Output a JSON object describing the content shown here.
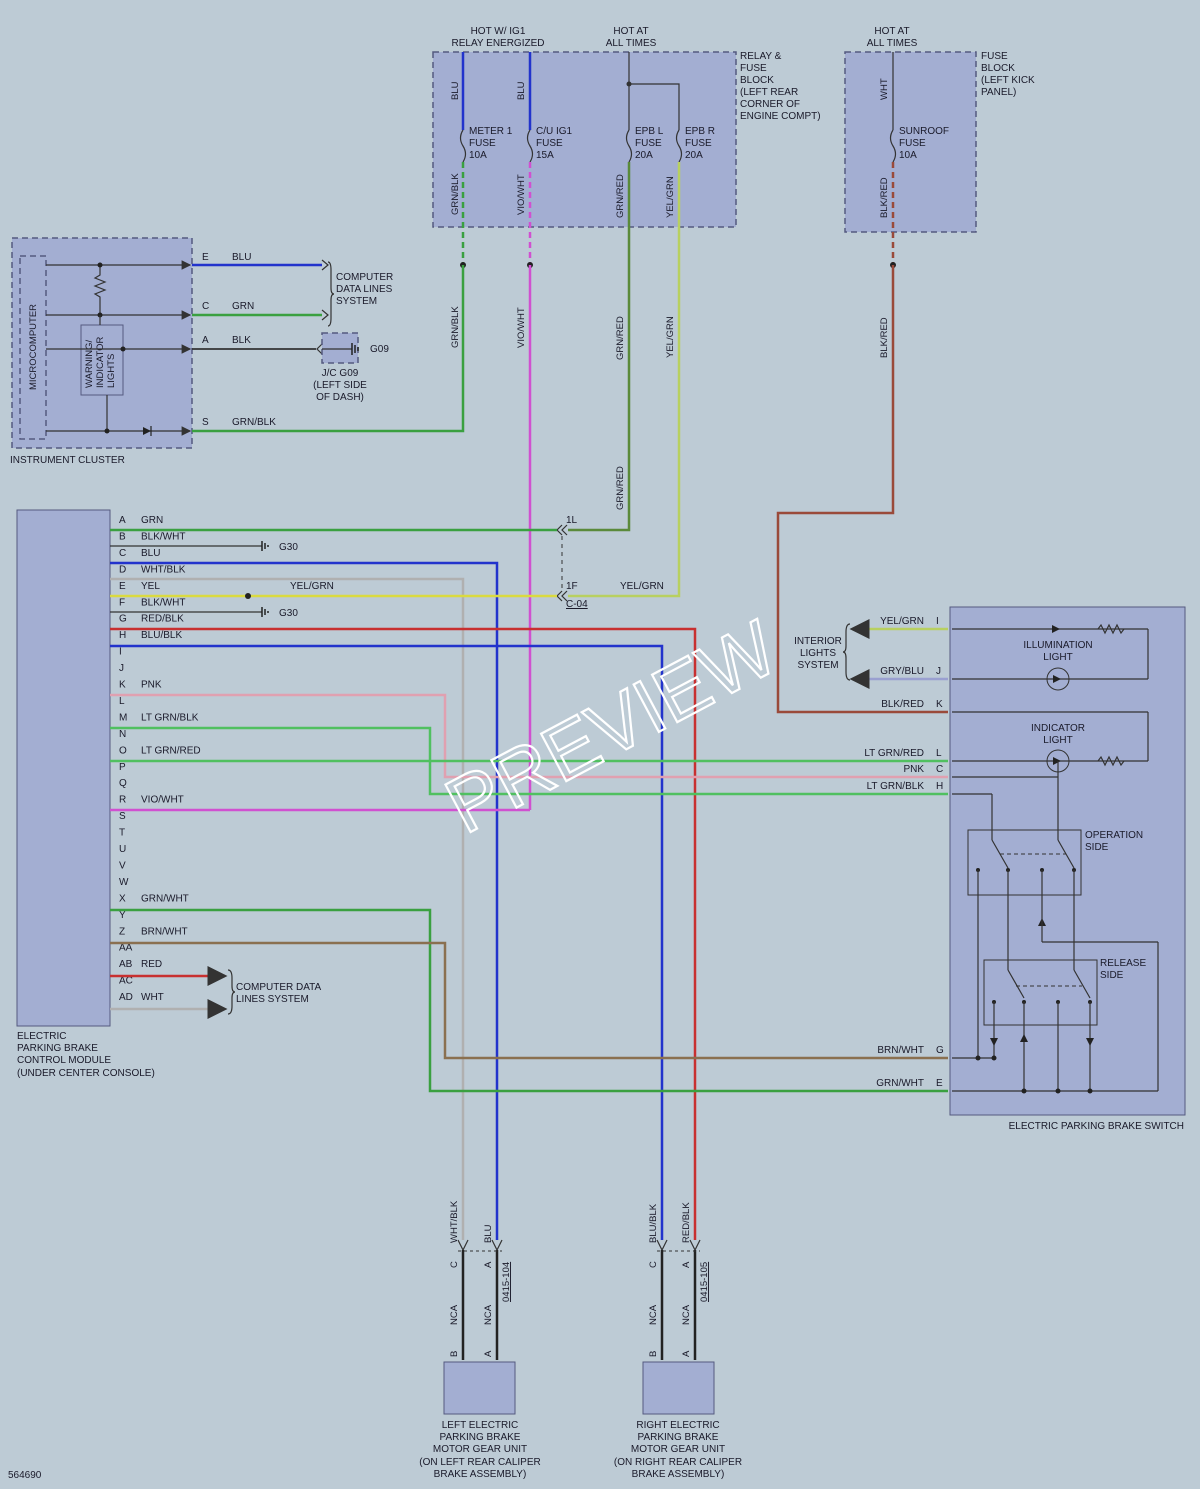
{
  "power": {
    "relay_energized": [
      "HOT W/ IG1",
      "RELAY ENERGIZED"
    ],
    "hot_at_all_times_1": [
      "HOT AT",
      "ALL TIMES"
    ],
    "hot_at_all_times_2": [
      "HOT AT",
      "ALL TIMES"
    ]
  },
  "relay_fuse_block": {
    "label": [
      "RELAY &",
      "FUSE",
      "BLOCK",
      "(LEFT REAR",
      "CORNER OF",
      "ENGINE COMPT)"
    ],
    "fuses": [
      {
        "name": "METER 1",
        "type": "FUSE",
        "rating": "10A",
        "wire_in": "BLU",
        "wire_out": "GRN/BLK"
      },
      {
        "name": "C/U IG1",
        "type": "FUSE",
        "rating": "15A",
        "wire_in": "BLU",
        "wire_out": "VIO/WHT"
      },
      {
        "name": "EPB L",
        "type": "FUSE",
        "rating": "20A",
        "wire_out": "GRN/RED"
      },
      {
        "name": "EPB R",
        "type": "FUSE",
        "rating": "20A",
        "wire_out": "YEL/GRN"
      }
    ]
  },
  "fuse_block": {
    "label": [
      "FUSE",
      "BLOCK",
      "(LEFT KICK",
      "PANEL)"
    ],
    "fuse": {
      "name": "SUNROOF",
      "type": "FUSE",
      "rating": "10A",
      "wire_in": "WHT",
      "wire_out": "BLK/RED"
    }
  },
  "instrument_cluster": {
    "label": "INSTRUMENT CLUSTER",
    "microcomputer": "MICROCOMPUTER",
    "warning_lights": [
      "WARNING/",
      "INDICATOR",
      "LIGHTS"
    ],
    "pins": [
      {
        "pin": "E",
        "wire": "BLU"
      },
      {
        "pin": "C",
        "wire": "GRN"
      },
      {
        "pin": "A",
        "wire": "BLK"
      },
      {
        "pin": "S",
        "wire": "GRN/BLK"
      }
    ],
    "data_lines": [
      "COMPUTER",
      "DATA LINES",
      "SYSTEM"
    ],
    "ground": "G09",
    "jc": [
      "J/C G09",
      "(LEFT SIDE",
      "OF DASH)"
    ]
  },
  "mid_wires": {
    "grn_blk": "GRN/BLK",
    "vio_wht": "VIO/WHT",
    "grn_red_1": "GRN/RED",
    "yel_grn": "YEL/GRN",
    "blk_red": "BLK/RED",
    "grn_red_2": "GRN/RED"
  },
  "epb_module": {
    "label": [
      "ELECTRIC",
      "PARKING BRAKE",
      "CONTROL MODULE",
      "(UNDER CENTER CONSOLE)"
    ],
    "pins": [
      {
        "pin": "A",
        "wire": "GRN"
      },
      {
        "pin": "B",
        "wire": "BLK/WHT"
      },
      {
        "pin": "C",
        "wire": "BLU"
      },
      {
        "pin": "D",
        "wire": "WHT/BLK"
      },
      {
        "pin": "E",
        "wire": "YEL"
      },
      {
        "pin": "F",
        "wire": "BLK/WHT"
      },
      {
        "pin": "G",
        "wire": "RED/BLK"
      },
      {
        "pin": "H",
        "wire": "BLU/BLK"
      },
      {
        "pin": "I",
        "wire": ""
      },
      {
        "pin": "J",
        "wire": ""
      },
      {
        "pin": "K",
        "wire": "PNK"
      },
      {
        "pin": "L",
        "wire": ""
      },
      {
        "pin": "M",
        "wire": "LT GRN/BLK"
      },
      {
        "pin": "N",
        "wire": ""
      },
      {
        "pin": "O",
        "wire": "LT GRN/RED"
      },
      {
        "pin": "P",
        "wire": ""
      },
      {
        "pin": "Q",
        "wire": ""
      },
      {
        "pin": "R",
        "wire": "VIO/WHT"
      },
      {
        "pin": "S",
        "wire": ""
      },
      {
        "pin": "T",
        "wire": ""
      },
      {
        "pin": "U",
        "wire": ""
      },
      {
        "pin": "V",
        "wire": ""
      },
      {
        "pin": "W",
        "wire": ""
      },
      {
        "pin": "X",
        "wire": "GRN/WHT"
      },
      {
        "pin": "Y",
        "wire": ""
      },
      {
        "pin": "Z",
        "wire": "BRN/WHT"
      },
      {
        "pin": "AA",
        "wire": ""
      },
      {
        "pin": "AB",
        "wire": "RED"
      },
      {
        "pin": "AC",
        "wire": ""
      },
      {
        "pin": "AD",
        "wire": "WHT"
      }
    ],
    "ground1": "G30",
    "ground2": "G30",
    "yel_grn_splice": "YEL/GRN",
    "data_lines": [
      "COMPUTER DATA",
      "LINES SYSTEM"
    ]
  },
  "connector_c04": {
    "pin_1l": "1L",
    "pin_1f": "1F",
    "name": "C-04",
    "wire_1f": "YEL/GRN"
  },
  "switch": {
    "label": "ELECTRIC PARKING BRAKE SWITCH",
    "interior_lights": [
      "INTERIOR",
      "LIGHTS",
      "SYSTEM"
    ],
    "illumination": [
      "ILLUMINATION",
      "LIGHT"
    ],
    "indicator": [
      "INDICATOR",
      "LIGHT"
    ],
    "operation": [
      "OPERATION",
      "SIDE"
    ],
    "release": [
      "RELEASE",
      "SIDE"
    ],
    "pins": [
      {
        "pin": "I",
        "wire": "YEL/GRN"
      },
      {
        "pin": "J",
        "wire": "GRY/BLU"
      },
      {
        "pin": "K",
        "wire": "BLK/RED"
      },
      {
        "pin": "L",
        "wire": "LT GRN/RED"
      },
      {
        "pin": "C",
        "wire": "PNK"
      },
      {
        "pin": "H",
        "wire": "LT GRN/BLK"
      },
      {
        "pin": "G",
        "wire": "BRN/WHT"
      },
      {
        "pin": "E",
        "wire": "GRN/WHT"
      }
    ]
  },
  "motors": {
    "left": {
      "label": [
        "LEFT ELECTRIC",
        "PARKING BRAKE",
        "MOTOR GEAR UNIT",
        "(ON LEFT REAR CALIPER",
        "BRAKE ASSEMBLY)"
      ],
      "wire_c": "WHT/BLK",
      "wire_a": "BLU",
      "conn": "0415-104",
      "pin_c": "C",
      "pin_a": "A",
      "pin_b": "B",
      "pin_a2": "A",
      "nca1": "NCA",
      "nca2": "NCA"
    },
    "right": {
      "label": [
        "RIGHT ELECTRIC",
        "PARKING BRAKE",
        "MOTOR GEAR UNIT",
        "(ON RIGHT REAR CALIPER",
        "BRAKE ASSEMBLY)"
      ],
      "wire_c": "BLU/BLK",
      "wire_a": "RED/BLK",
      "conn": "0415-105",
      "pin_c": "C",
      "pin_a": "A",
      "pin_b": "B",
      "pin_a2": "A",
      "nca1": "NCA",
      "nca2": "NCA"
    }
  },
  "figure_id": "564690",
  "watermark": "PREVIEW",
  "colors": {
    "background": "#bdcbd5",
    "component": "#a3aed2",
    "blu": "#2233cc",
    "grn": "#3aa040",
    "blk": "#333333",
    "vio": "#d050d0",
    "red": "#c83030",
    "yel": "#dada40",
    "yel_grn": "#b8d060",
    "grn_red": "#5a8a3a",
    "blk_red": "#9a4a3a",
    "pnk": "#e0a0b0",
    "lt_grn": "#50c060",
    "brn": "#8a7050",
    "gray": "#b0b0b0"
  }
}
